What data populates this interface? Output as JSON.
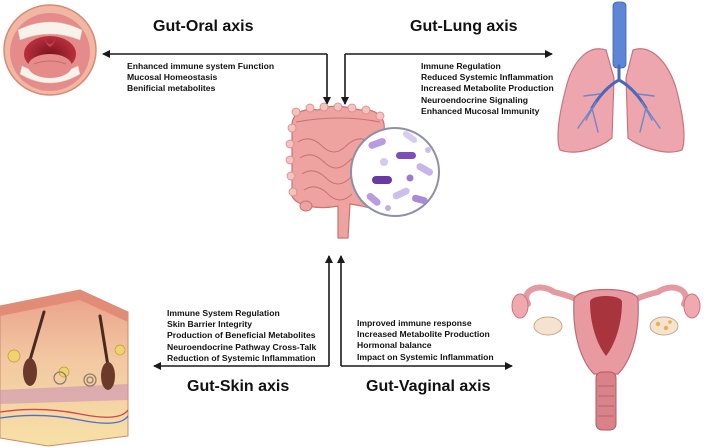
{
  "axes": {
    "oral": {
      "title": "Gut-Oral axis",
      "items": [
        "Enhanced immune system Function",
        "Mucosal Homeostasis",
        "Benificial metabolites"
      ]
    },
    "lung": {
      "title": "Gut-Lung axis",
      "items": [
        "Immune Regulation",
        "Reduced Systemic Inflammation",
        "Increased Metabolite Production",
        "Neuroendocrine Signaling",
        "Enhanced Mucosal Immunity"
      ]
    },
    "skin": {
      "title": "Gut-Skin axis",
      "items": [
        "Immune System Regulation",
        "Skin Barrier Integrity",
        "Production of Beneficial Metabolites",
        "Neuroendocrine Pathway Cross-Talk",
        "Reduction of Systemic Inflammation"
      ]
    },
    "vaginal": {
      "title": "Gut-Vaginal axis",
      "items": [
        "Improved immune  response",
        "Increased Metabolite Production",
        "Hormonal balance",
        "Impact on Systemic Inflammation"
      ]
    }
  },
  "colors": {
    "arrow": "#1a1a1a",
    "gut_pink": "#e8a0a0",
    "lung_pink": "#eda6ae",
    "trachea_blue": "#5f86d6",
    "microbe_purple": "#a98ad6",
    "skin_tone": "#f2c09a"
  },
  "icons": [
    "mouth-icon",
    "lungs-icon",
    "intestine-icon",
    "microbe-circle-icon",
    "skin-cross-section-icon",
    "uterus-icon"
  ]
}
